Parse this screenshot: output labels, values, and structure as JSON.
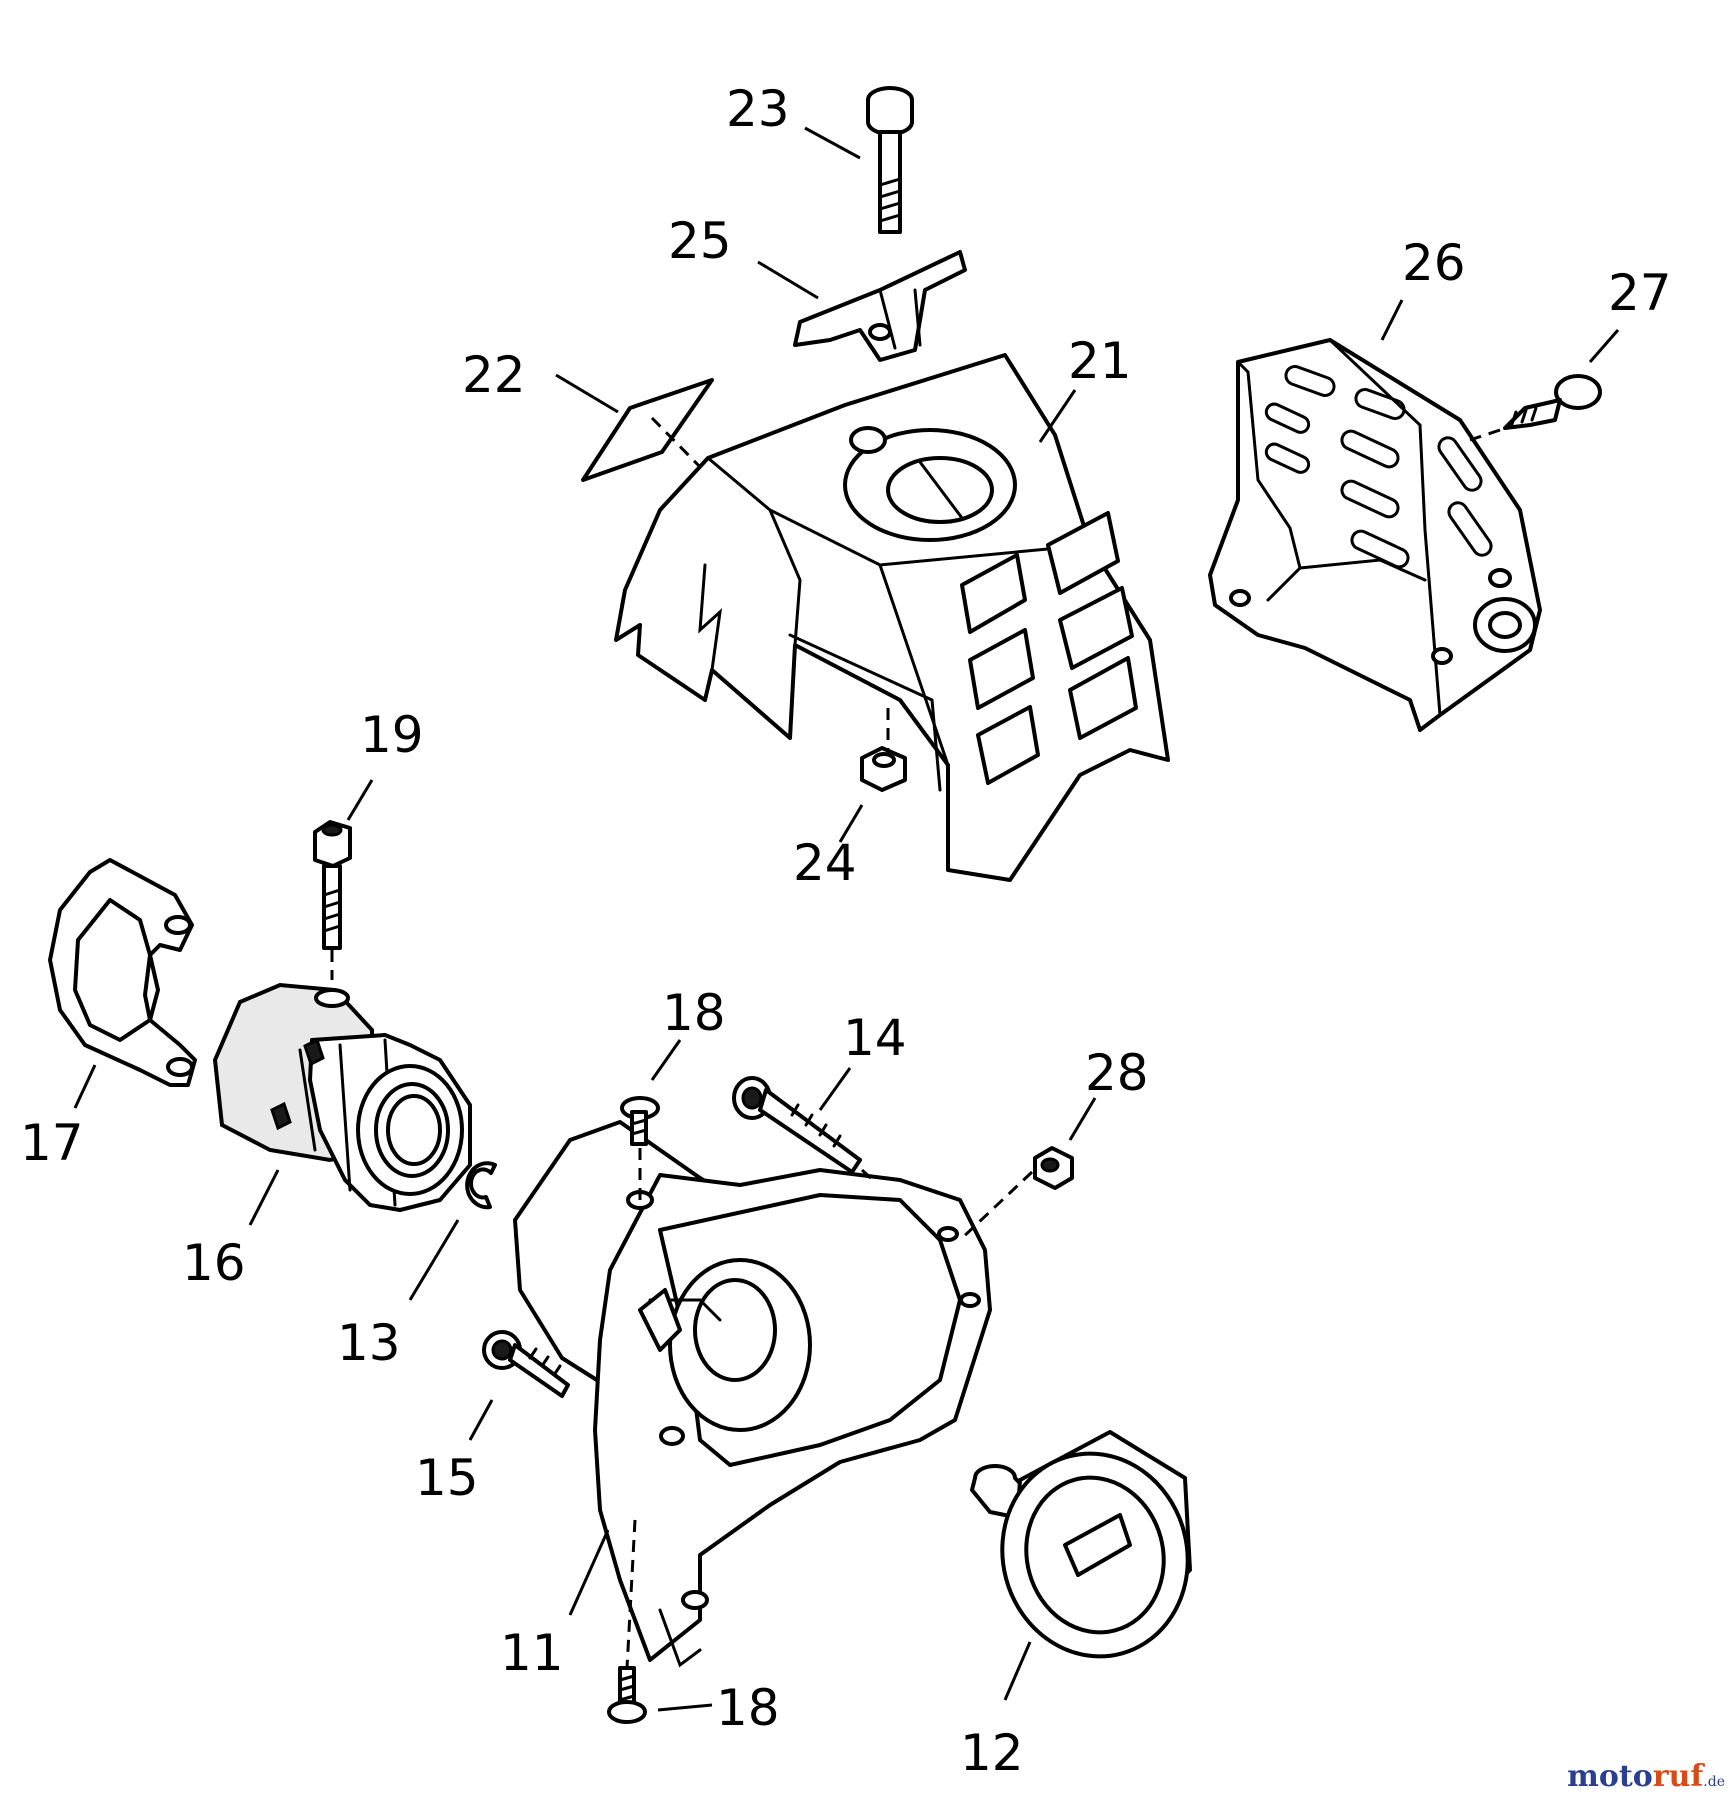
{
  "callouts": {
    "p11": "11",
    "p12": "12",
    "p13": "13",
    "p14": "14",
    "p15": "15",
    "p16": "16",
    "p17": "17",
    "p18a": "18",
    "p18b": "18",
    "p19": "19",
    "p21": "21",
    "p22": "22",
    "p23": "23",
    "p24": "24",
    "p25": "25",
    "p26": "26",
    "p27": "27",
    "p28": "28"
  },
  "watermark": {
    "part1": "moto",
    "part2": "ruf",
    "part3": ".de"
  }
}
